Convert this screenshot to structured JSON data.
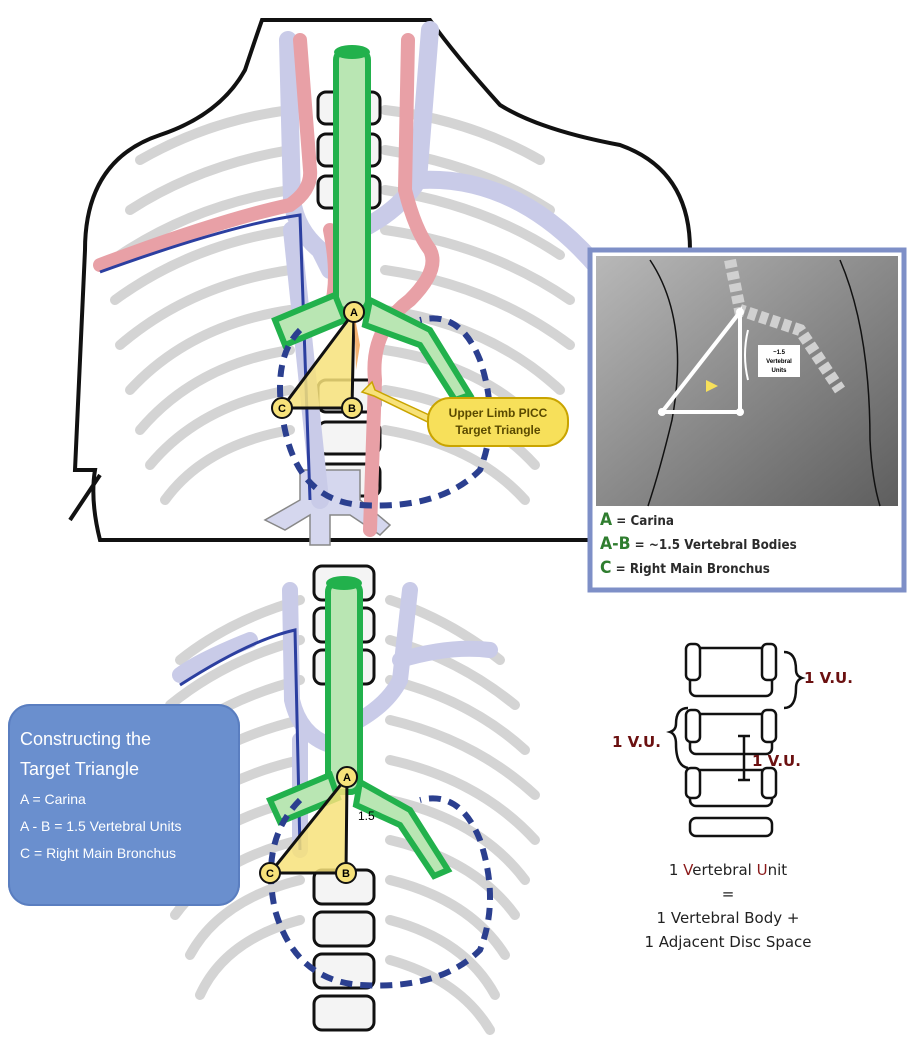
{
  "top_diagram": {
    "callout": [
      "Upper Limb PICC",
      "Target Triangle"
    ],
    "points": {
      "a": "A",
      "b": "B",
      "c": "C"
    }
  },
  "xray": {
    "annotation": [
      "~1.5",
      "Vertebral",
      "Units"
    ],
    "legend": [
      {
        "key": "A",
        "text": "= Carina"
      },
      {
        "key": "A-B",
        "text": "= ~1.5 Vertebral Bodies"
      },
      {
        "key": "C",
        "text": "= Right Main Bronchus"
      }
    ]
  },
  "bottom_diagram": {
    "distance_label": "1.5",
    "points": {
      "a": "A",
      "b": "B",
      "c": "C"
    }
  },
  "constructing_box": {
    "title_line1": "Constructing the",
    "title_line2": "Target Triangle",
    "items": [
      "A = Carina",
      "A - B = 1.5 Vertebral Units",
      "C = Right Main Bronchus"
    ]
  },
  "vertebral_unit": {
    "labels": [
      "1 V.U.",
      "1 V.U.",
      "1 V.U."
    ],
    "caption_line1_prefix": "1 ",
    "caption_v": "V",
    "caption_mid": "ertebral ",
    "caption_u": "U",
    "caption_end": "nit",
    "caption_line2": "=",
    "caption_line3": "1 Vertebral Body +",
    "caption_line4": "1 Adjacent Disc Space"
  },
  "colors": {
    "trachea": "#22b14c",
    "vein": "#c9cbe8",
    "artery": "#e8a0a6",
    "triangle": "#f5e07a",
    "dashed_outline": "#2b3f8f",
    "box": "#6a8fce"
  }
}
